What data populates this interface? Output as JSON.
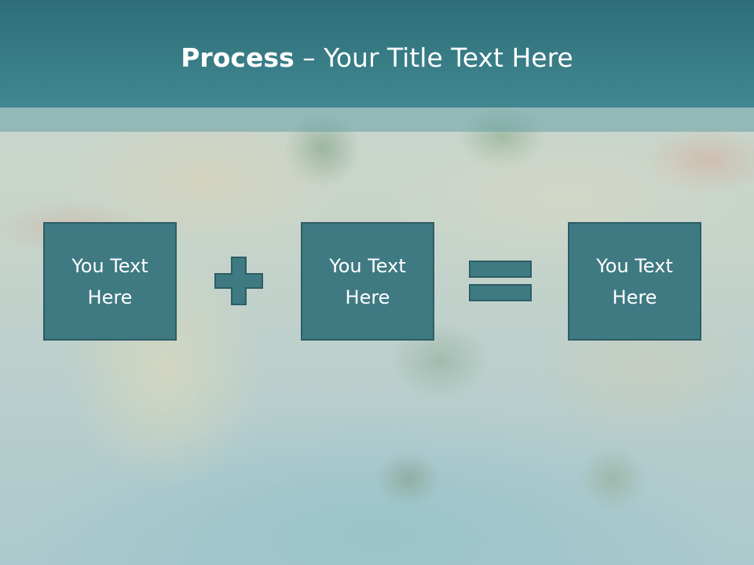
{
  "slide": {
    "title_bold": "Process",
    "title_rest": " – Your Title Text Here",
    "boxes": [
      {
        "line1": "You Text",
        "line2": "Here"
      },
      {
        "line1": "You Text",
        "line2": "Here"
      },
      {
        "line1": "You Text",
        "line2": "Here"
      }
    ],
    "operators": [
      "plus-icon",
      "equals-icon"
    ]
  },
  "colors": {
    "title_bar": "#3a7f89",
    "box_fill": "#3f7a83",
    "box_border": "#2d5d65",
    "operator_fill": "#3f7a83",
    "text": "#ffffff"
  }
}
